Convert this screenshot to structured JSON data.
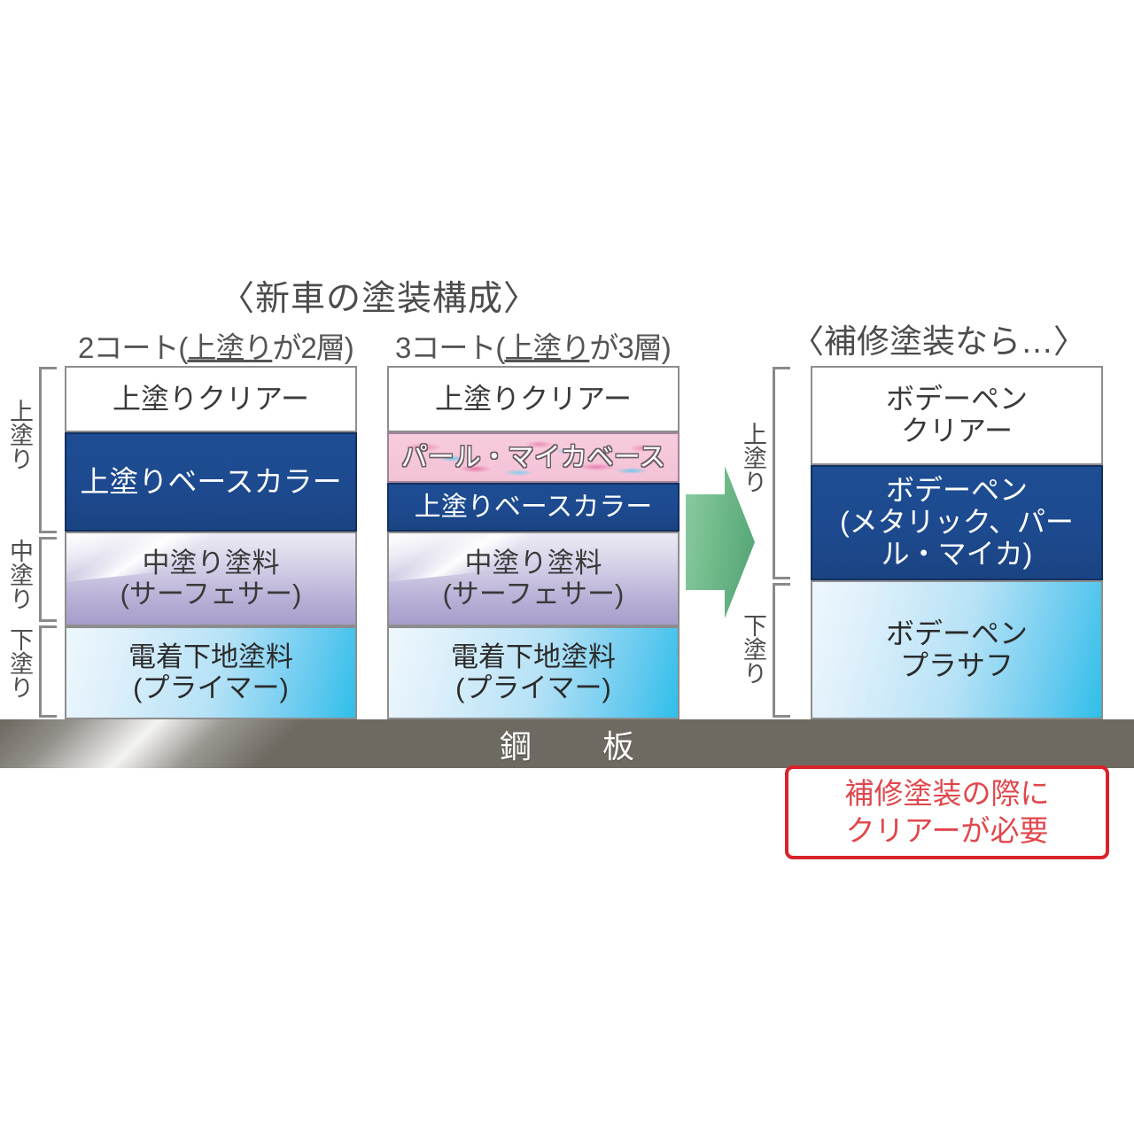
{
  "diagram": {
    "title": "〈新車の塗装構成〉",
    "right_title": "〈補修塗装なら…〉",
    "columns": [
      {
        "heading_pre": "2コート(",
        "heading_ul": "上塗り",
        "heading_post": "が2層)",
        "layers": [
          {
            "name": "上塗りクリアー",
            "kind": "clear"
          },
          {
            "name": "上塗りベースカラー",
            "kind": "base"
          },
          {
            "name": "中塗り塗料\n(サーフェサー)",
            "kind": "mid"
          },
          {
            "name": "電着下地塗料\n(プライマー)",
            "kind": "primer"
          }
        ]
      },
      {
        "heading_pre": "3コート(",
        "heading_ul": "上塗り",
        "heading_post": "が3層)",
        "layers": [
          {
            "name": "上塗りクリアー",
            "kind": "clear"
          },
          {
            "name": "パール・マイカベース",
            "kind": "pearl"
          },
          {
            "name": "上塗りベースカラー",
            "kind": "base"
          },
          {
            "name": "中塗り塗料\n(サーフェサー)",
            "kind": "mid"
          },
          {
            "name": "電着下地塗料\n(プライマー)",
            "kind": "primer"
          }
        ]
      }
    ],
    "repair_layers": [
      {
        "name": "ボデーペン\nクリアー",
        "kind": "clear"
      },
      {
        "name": "ボデーペン\n(メタリック、パール・マイカ)",
        "kind": "base"
      },
      {
        "name": "ボデーペン\nプラサフ",
        "kind": "primer"
      }
    ],
    "left_brackets": [
      {
        "label": "上塗り"
      },
      {
        "label": "中塗り"
      },
      {
        "label": "下塗り"
      }
    ],
    "right_brackets": [
      {
        "label": "上塗り"
      },
      {
        "label": "下塗り"
      }
    ],
    "substrate_label": "鋼　板",
    "note": "補修塗装の際に\nクリアーが必要",
    "colors": {
      "base_blue": "#1e4d93",
      "pearl_pink": "#f3c2d6",
      "surfacer_purple": "#b8b0d6",
      "primer_cyan": "#2ebfe9",
      "steel_gray": "#6e6a62",
      "note_red": "#d8232a",
      "arrow_green": "#6cb98a"
    }
  }
}
